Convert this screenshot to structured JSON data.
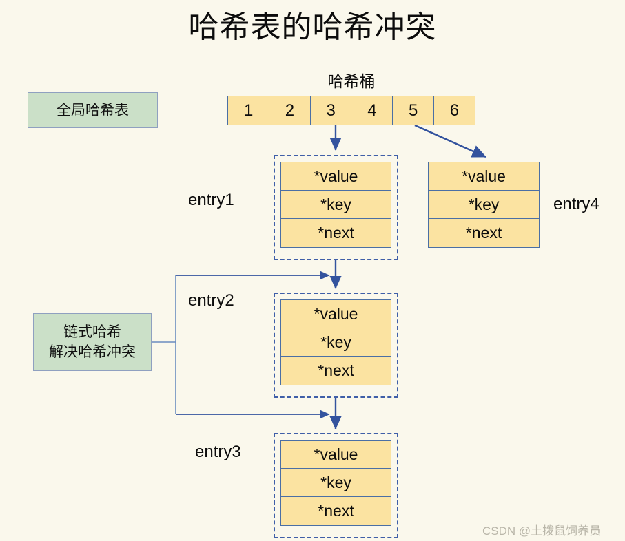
{
  "page": {
    "title": "哈希表的哈希冲突",
    "background_color": "#FAF8EC",
    "watermark": "CSDN @土拨鼠饲养员"
  },
  "colors": {
    "node_fill": "#FBE3A1",
    "node_border": "#4A6FA5",
    "note_fill": "#CBE0C8",
    "note_border": "#8FA0C0",
    "arrow": "#33539E",
    "connector": "#6A8CC0"
  },
  "notes": {
    "global_hash_table": "全局哈希表",
    "chain_hash_line1": "链式哈希",
    "chain_hash_line2": "解决哈希冲突"
  },
  "bucket": {
    "label": "哈希桶",
    "cells": [
      "1",
      "2",
      "3",
      "4",
      "5",
      "6"
    ]
  },
  "entry_fields": [
    "*value",
    "*key",
    "*next"
  ],
  "entries": [
    {
      "label": "entry1",
      "fields": [
        "*value",
        "*key",
        "*next"
      ],
      "dashed": true
    },
    {
      "label": "entry2",
      "fields": [
        "*value",
        "*key",
        "*next"
      ],
      "dashed": true
    },
    {
      "label": "entry3",
      "fields": [
        "*value",
        "*key",
        "*next"
      ],
      "dashed": true
    },
    {
      "label": "entry4",
      "fields": [
        "*value",
        "*key",
        "*next"
      ],
      "dashed": false
    }
  ]
}
